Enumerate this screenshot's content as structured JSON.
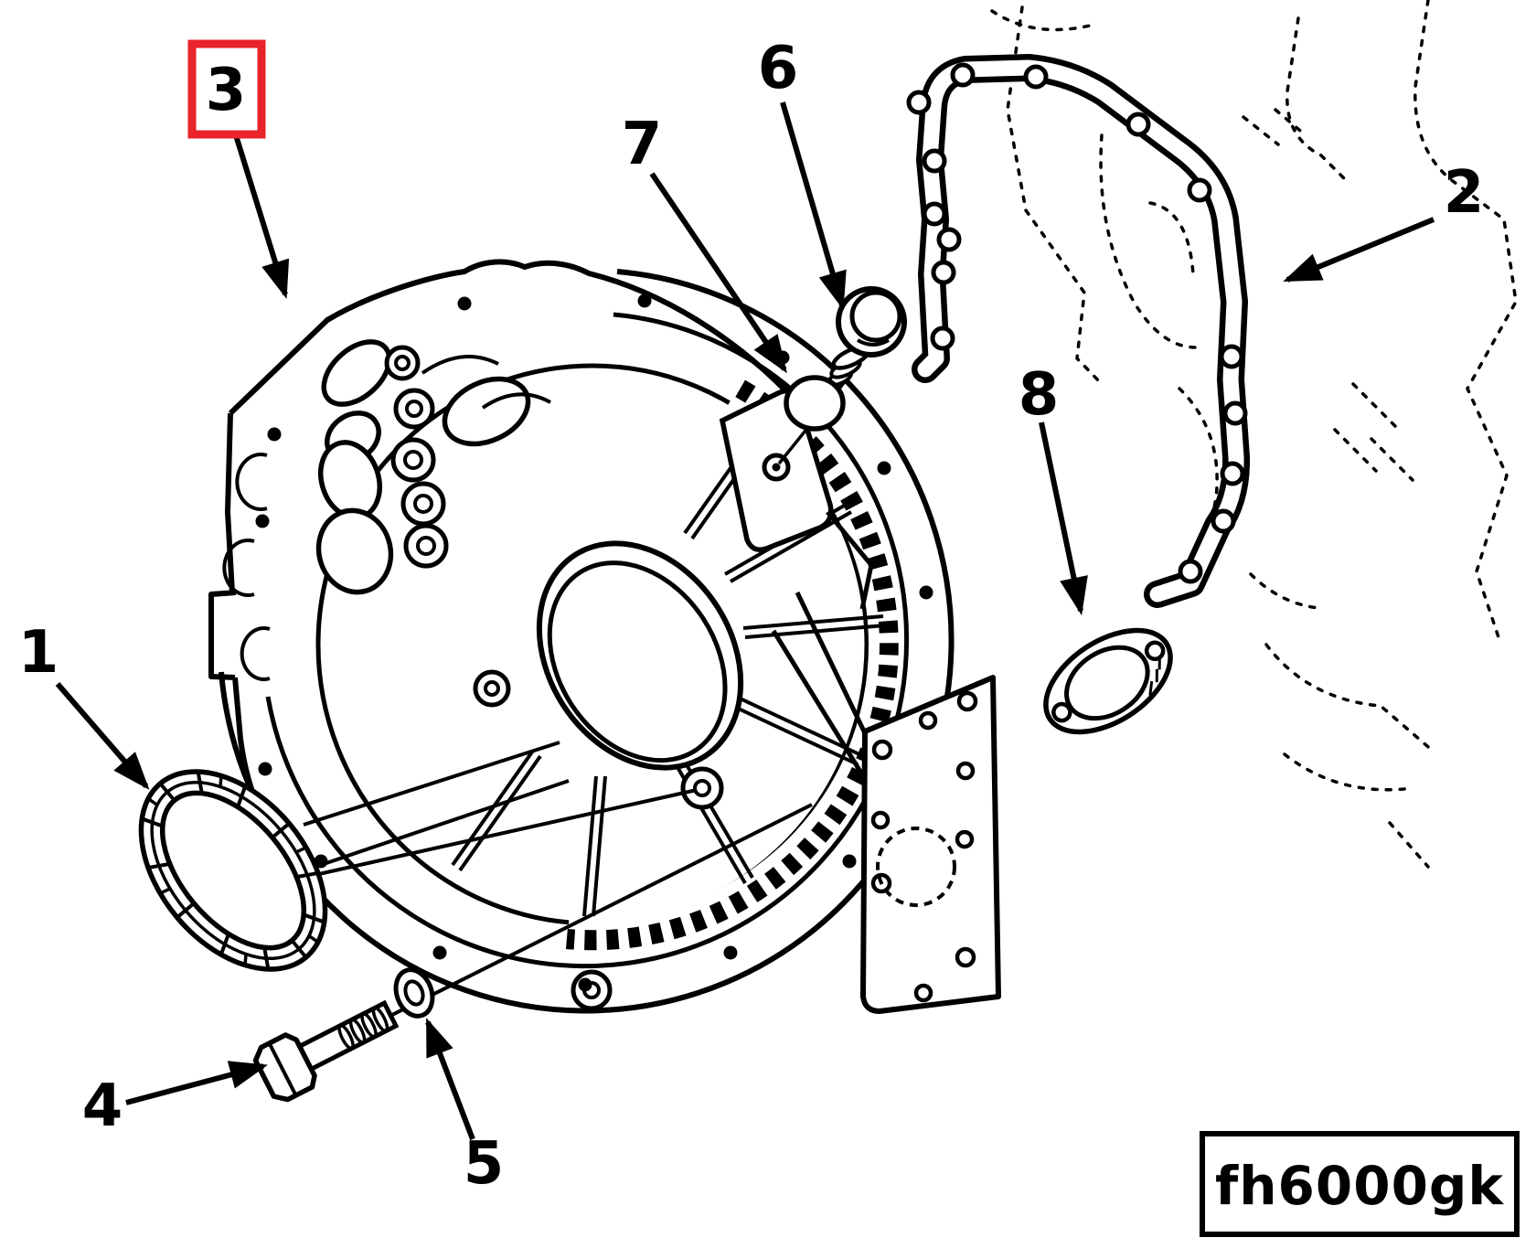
{
  "figure": {
    "code": "fh6000gk",
    "type_label": "exploded-parts-diagram"
  },
  "highlight": {
    "part": "3",
    "box_color": "#e8232a"
  },
  "callouts": [
    {
      "label": "1"
    },
    {
      "label": "2"
    },
    {
      "label": "3"
    },
    {
      "label": "4"
    },
    {
      "label": "5"
    },
    {
      "label": "6"
    },
    {
      "label": "7"
    },
    {
      "label": "8"
    }
  ]
}
